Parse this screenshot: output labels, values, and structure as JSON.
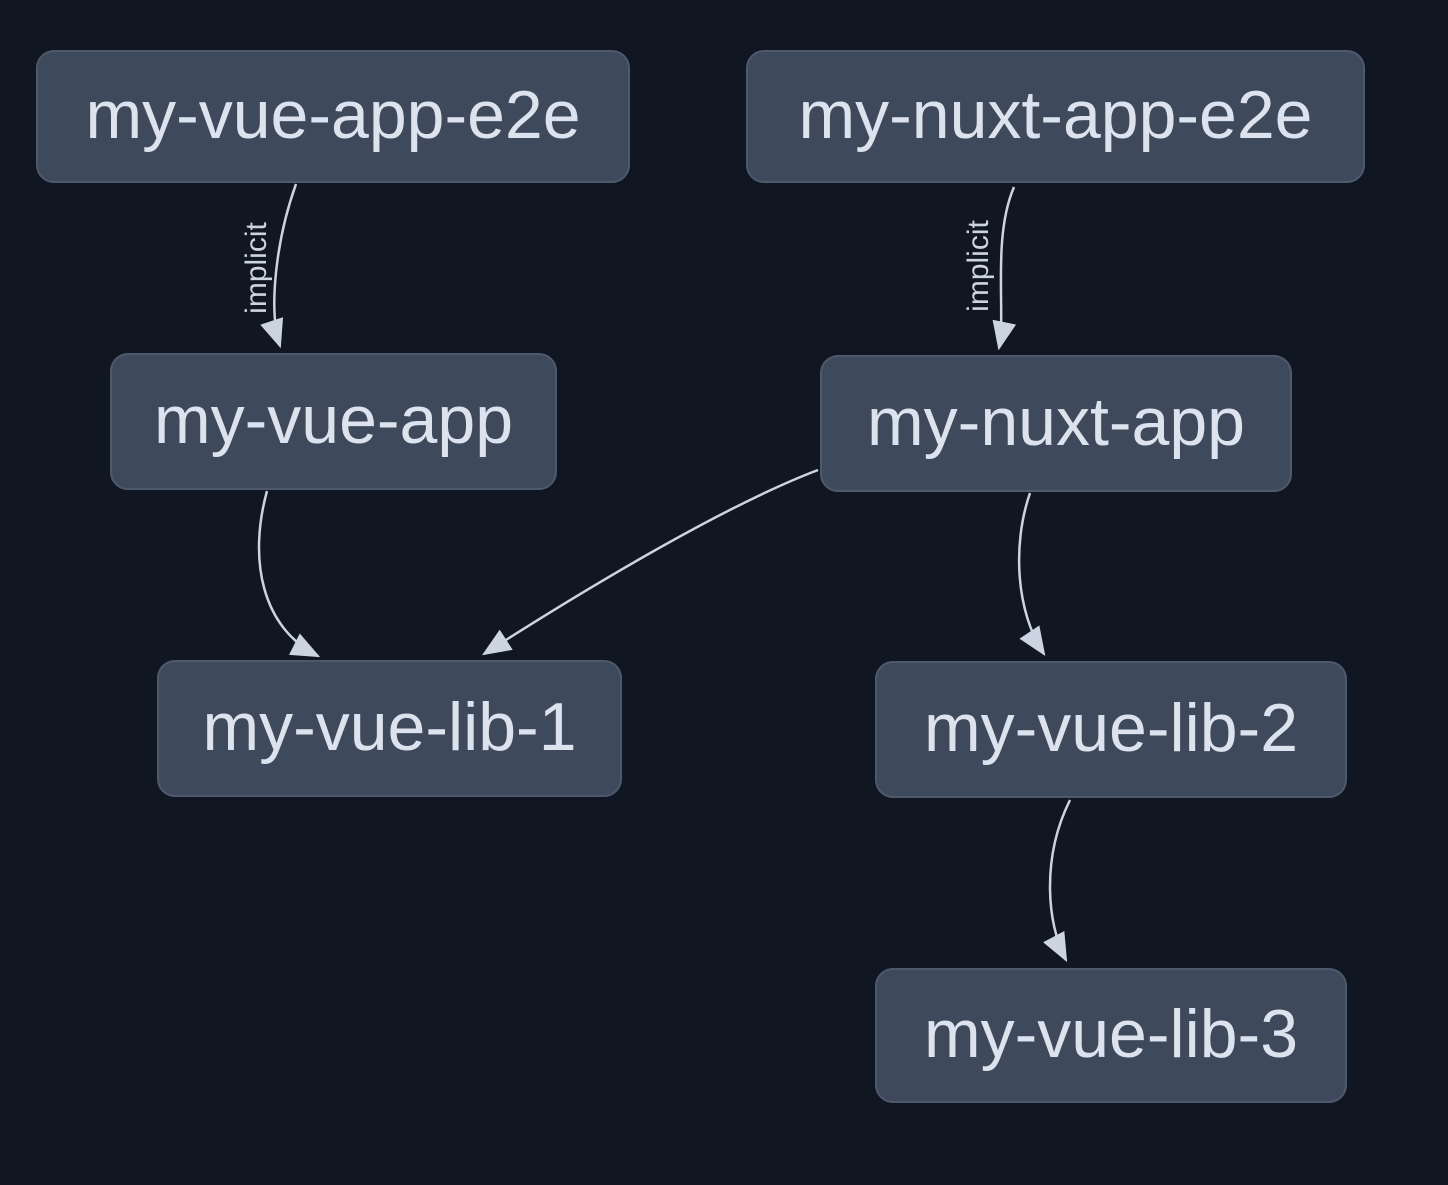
{
  "diagram": {
    "kind": "project-dependency-graph",
    "nodes": [
      {
        "id": "my-vue-app-e2e",
        "label": "my-vue-app-e2e"
      },
      {
        "id": "my-nuxt-app-e2e",
        "label": "my-nuxt-app-e2e"
      },
      {
        "id": "my-vue-app",
        "label": "my-vue-app"
      },
      {
        "id": "my-nuxt-app",
        "label": "my-nuxt-app"
      },
      {
        "id": "my-vue-lib-1",
        "label": "my-vue-lib-1"
      },
      {
        "id": "my-vue-lib-2",
        "label": "my-vue-lib-2"
      },
      {
        "id": "my-vue-lib-3",
        "label": "my-vue-lib-3"
      }
    ],
    "edges": [
      {
        "from": "my-vue-app-e2e",
        "to": "my-vue-app",
        "label": "implicit"
      },
      {
        "from": "my-nuxt-app-e2e",
        "to": "my-nuxt-app",
        "label": "implicit"
      },
      {
        "from": "my-vue-app",
        "to": "my-vue-lib-1",
        "label": ""
      },
      {
        "from": "my-nuxt-app",
        "to": "my-vue-lib-1",
        "label": ""
      },
      {
        "from": "my-nuxt-app",
        "to": "my-vue-lib-2",
        "label": ""
      },
      {
        "from": "my-vue-lib-2",
        "to": "my-vue-lib-3",
        "label": ""
      }
    ],
    "colors": {
      "background": "#101622",
      "node_fill": "#3e4a5c",
      "node_border": "#4e596d",
      "node_text": "#dde3ee",
      "edge": "#ccd4e1"
    }
  }
}
